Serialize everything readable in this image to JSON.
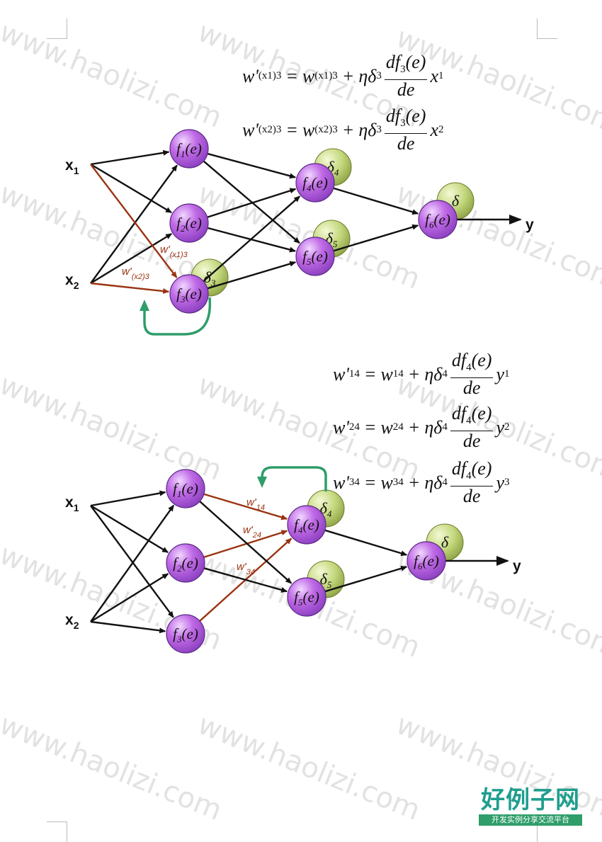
{
  "watermark": "www.haolizi.com",
  "diagram_top": {
    "inputs": [
      "x",
      "x"
    ],
    "input_subs": [
      "1",
      "2"
    ],
    "output": "y",
    "nodes": [
      {
        "fn": "f",
        "sub": "1",
        "arg": "(e)"
      },
      {
        "fn": "f",
        "sub": "2",
        "arg": "(e)"
      },
      {
        "fn": "f",
        "sub": "3",
        "arg": "(e)"
      },
      {
        "fn": "f",
        "sub": "4",
        "arg": "(e)"
      },
      {
        "fn": "f",
        "sub": "5",
        "arg": "(e)"
      },
      {
        "fn": "f",
        "sub": "6",
        "arg": "(e)"
      }
    ],
    "deltas": [
      {
        "sym": "δ",
        "sub": "3"
      },
      {
        "sym": "δ",
        "sub": "4"
      },
      {
        "sym": "δ",
        "sub": "5"
      },
      {
        "sym": "δ",
        "sub": ""
      }
    ],
    "weight_labels": [
      {
        "w": "w'",
        "sub": "(x1)3"
      },
      {
        "w": "w'",
        "sub": "(x2)3"
      }
    ]
  },
  "diagram_bottom": {
    "inputs": [
      "x",
      "x"
    ],
    "input_subs": [
      "1",
      "2"
    ],
    "output": "y",
    "nodes": [
      {
        "fn": "f",
        "sub": "1",
        "arg": "(e)"
      },
      {
        "fn": "f",
        "sub": "2",
        "arg": "(e)"
      },
      {
        "fn": "f",
        "sub": "3",
        "arg": "(e)"
      },
      {
        "fn": "f",
        "sub": "4",
        "arg": "(e)"
      },
      {
        "fn": "f",
        "sub": "5",
        "arg": "(e)"
      },
      {
        "fn": "f",
        "sub": "6",
        "arg": "(e)"
      }
    ],
    "deltas": [
      {
        "sym": "δ",
        "sub": "4"
      },
      {
        "sym": "δ",
        "sub": "5"
      },
      {
        "sym": "δ",
        "sub": ""
      }
    ],
    "weight_labels": [
      {
        "w": "w'",
        "sub": "14"
      },
      {
        "w": "w'",
        "sub": "24"
      },
      {
        "w": "w'",
        "sub": "34"
      }
    ]
  },
  "equations_top": [
    {
      "lhs": "w'",
      "lhs_sub": "(x1)3",
      "w": "w",
      "w_sub": "(x1)3",
      "plus": "+",
      "eta": "η",
      "delta": "δ",
      "delta_sub": "3",
      "num": "df",
      "num_sub": "3",
      "num_arg": "(e)",
      "den": "de",
      "tail": "x",
      "tail_sub": "1",
      "eq": "="
    },
    {
      "lhs": "w'",
      "lhs_sub": "(x2)3",
      "w": "w",
      "w_sub": "(x2)3",
      "plus": "+",
      "eta": "η",
      "delta": "δ",
      "delta_sub": "3",
      "num": "df",
      "num_sub": "3",
      "num_arg": "(e)",
      "den": "de",
      "tail": "x",
      "tail_sub": "2",
      "eq": "="
    }
  ],
  "equations_bottom": [
    {
      "lhs": "w'",
      "lhs_sub": "14",
      "w": "w",
      "w_sub": "14",
      "plus": "+",
      "eta": "η",
      "delta": "δ",
      "delta_sub": "4",
      "num": "df",
      "num_sub": "4",
      "num_arg": "(e)",
      "den": "de",
      "tail": "y",
      "tail_sub": "1",
      "eq": "="
    },
    {
      "lhs": "w'",
      "lhs_sub": "24",
      "w": "w",
      "w_sub": "24",
      "plus": "+",
      "eta": "η",
      "delta": "δ",
      "delta_sub": "4",
      "num": "df",
      "num_sub": "4",
      "num_arg": "(e)",
      "den": "de",
      "tail": "y",
      "tail_sub": "2",
      "eq": "="
    },
    {
      "lhs": "w'",
      "lhs_sub": "34",
      "w": "w",
      "w_sub": "34",
      "plus": "+",
      "eta": "η",
      "delta": "δ",
      "delta_sub": "4",
      "num": "df",
      "num_sub": "4",
      "num_arg": "(e)",
      "den": "de",
      "tail": "y",
      "tail_sub": "3",
      "eq": "="
    }
  ],
  "logo": {
    "main": "好例子网",
    "sub": "开发实例分享交流平台"
  },
  "colors": {
    "node_fill": "#c06ae6",
    "node_stroke": "#5b2a86",
    "delta_fill": "#c3d77c",
    "delta_stroke": "#6b7a2a",
    "arrow_black": "#111111",
    "arrow_red": "#9a3412",
    "arrow_green": "#2e9e6a"
  }
}
